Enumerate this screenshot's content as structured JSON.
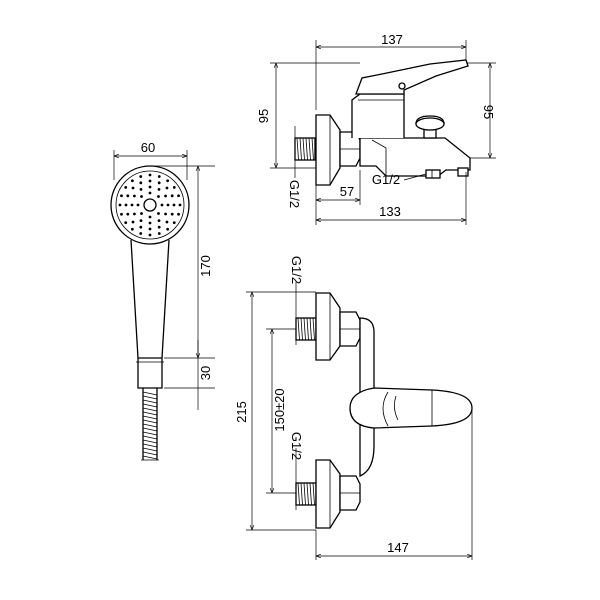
{
  "handshower": {
    "width_label": "60",
    "length_label": "170",
    "handle_label": "30"
  },
  "side_view": {
    "length_label": "137",
    "height_left_label": "95",
    "height_right_label": "95",
    "thread_left_label": "G1/2",
    "thread_outlet_label": "G1/2",
    "offset_label": "57",
    "depth_label": "133"
  },
  "front_view": {
    "thread_top_label": "G1/2",
    "thread_bottom_label": "G1/2",
    "height_label": "215",
    "centers_label": "150±20",
    "width_label": "147"
  }
}
